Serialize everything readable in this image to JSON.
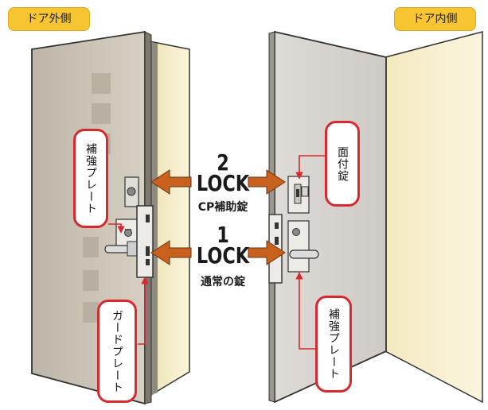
{
  "outside_label": "ドア外側",
  "inside_label": "ドア内側",
  "callouts": {
    "reinforce_plate_left": "補強プレート",
    "guard_plate": "ガードプレート",
    "surface_lock": "面付錠",
    "reinforce_plate_right": "補強プレート"
  },
  "lock_labels": {
    "upper_number": "2",
    "upper_word": "LOCK",
    "upper_sub": "CP補助錠",
    "lower_number": "1",
    "lower_word": "LOCK",
    "lower_sub": "通常の錠"
  },
  "colors": {
    "arrow": "#c8601e",
    "callout_border": "#d8292f",
    "tag_bg": "#f7c531",
    "door_face": "#c9c3b7",
    "wall_light": "#f5ecc8"
  }
}
